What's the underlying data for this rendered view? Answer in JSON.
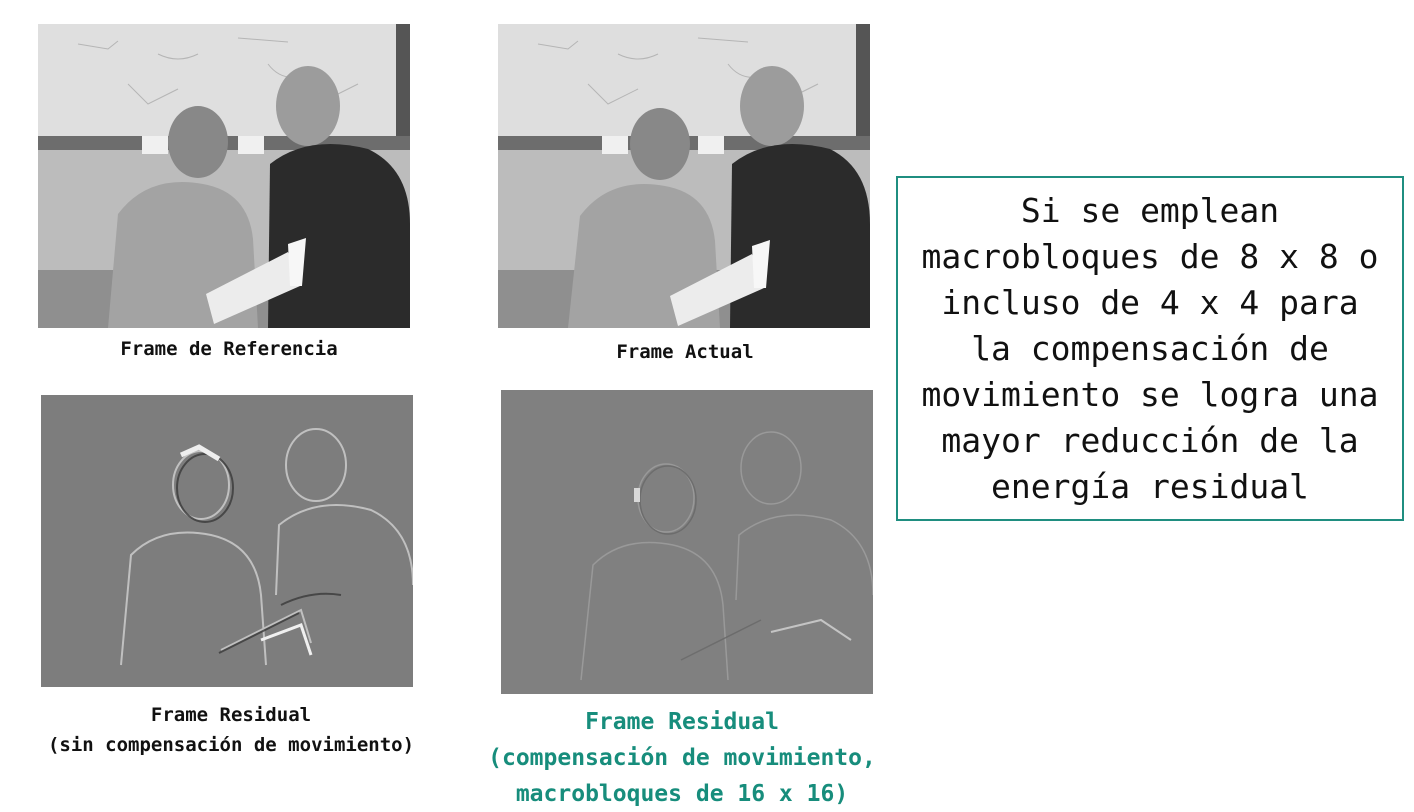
{
  "frames": {
    "reference": {
      "caption": "Frame de Referencia"
    },
    "current": {
      "caption": "Frame Actual"
    },
    "residual_no_mc": {
      "caption": "Frame Residual\n(sin compensación de movimiento)"
    },
    "residual_mc": {
      "caption": "Frame Residual\n(compensación de movimiento,\nmacrobloques de 16 x 16)"
    }
  },
  "note": {
    "text": "Si se emplean macrobloques de 8 x 8 o incluso de 4 x 4 para la compensación de movimiento se logra una mayor reducción de la energía residual"
  },
  "colors": {
    "accent": "#178d7c",
    "border": "#1f8e80",
    "residual_gray": "#7d7d7d"
  }
}
